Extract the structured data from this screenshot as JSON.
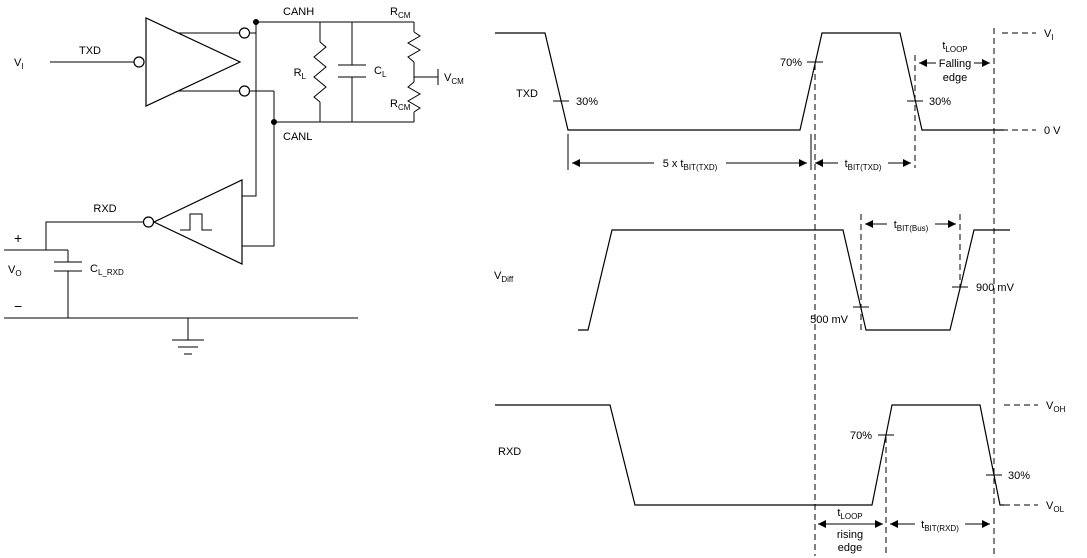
{
  "circuit": {
    "vi": {
      "base": "V",
      "sub": "I"
    },
    "txd": "TXD",
    "canh": "CANH",
    "canl": "CANL",
    "rl": {
      "base": "R",
      "sub": "L"
    },
    "cl": {
      "base": "C",
      "sub": "L"
    },
    "rcm_top": {
      "base": "R",
      "sub": "CM"
    },
    "rcm_bottom": {
      "base": "R",
      "sub": "CM"
    },
    "vcm": {
      "base": "V",
      "sub": "CM"
    },
    "rxd": "RXD",
    "plus": "+",
    "minus": "−",
    "vo": {
      "base": "V",
      "sub": "O"
    },
    "cl_rxd": {
      "base": "C",
      "sub": "L_RXD"
    }
  },
  "timing": {
    "txd": {
      "label": "TXD",
      "level_high": {
        "base": "V",
        "sub": "I"
      },
      "level_low": "0 V",
      "fall1_pct": "30%",
      "rise_pct": "70%",
      "fall2_pct": "30%",
      "dim_5bit": {
        "base": "5 x t",
        "sub": "BIT(TXD)"
      },
      "dim_bit": {
        "base": "t",
        "sub": "BIT(TXD)"
      },
      "tloop": {
        "base": "t",
        "sub": "LOOP",
        "line2": "Falling",
        "line3": "edge"
      }
    },
    "vdiff": {
      "label": {
        "base": "V",
        "sub": "Diff"
      },
      "dim_bit": {
        "base": "t",
        "sub": "BIT(Bus)"
      },
      "cross_fall": "500 mV",
      "cross_rise": "900 mV"
    },
    "rxd": {
      "label": "RXD",
      "level_high": {
        "base": "V",
        "sub": "OH"
      },
      "level_low": {
        "base": "V",
        "sub": "OL"
      },
      "rise_pct": "70%",
      "fall_pct": "30%",
      "tloop": {
        "base": "t",
        "sub": "LOOP",
        "line2": "rising",
        "line3": "edge"
      },
      "dim_bit": {
        "base": "t",
        "sub": "BIT(RXD)"
      }
    }
  }
}
